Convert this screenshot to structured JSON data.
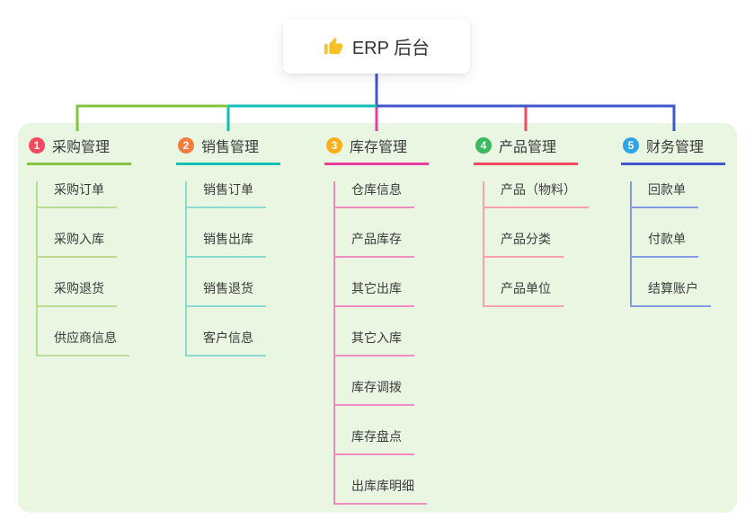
{
  "root": {
    "title": "ERP 后台",
    "icon": "thumbs-up-icon",
    "icon_color": "#f6c026"
  },
  "colors": {
    "page_bg": "#ffffff",
    "panel_bg": "#e8f6e2",
    "text": "#3b3b3b",
    "node_bg": "#ffffff"
  },
  "connector": {
    "stem_color": "#4155cf",
    "rail_segment_colors": [
      "#85c440",
      "#10bfb2",
      "#4155cf"
    ]
  },
  "branches": [
    {
      "num": "1",
      "label": "采购管理",
      "badge_color": "#f5495f",
      "line_color": "#85c440",
      "line_light": "#b9dc92",
      "children": [
        "采购订单",
        "采购入库",
        "采购退货",
        "供应商信息"
      ]
    },
    {
      "num": "2",
      "label": "销售管理",
      "badge_color": "#f87c3e",
      "line_color": "#10bfb2",
      "line_light": "#8adcd2",
      "children": [
        "销售订单",
        "销售出库",
        "销售退货",
        "客户信息"
      ]
    },
    {
      "num": "3",
      "label": "库存管理",
      "badge_color": "#fbb01b",
      "line_color": "#e53e9b",
      "line_light": "#f18cc3",
      "children": [
        "仓库信息",
        "产品库存",
        "其它出库",
        "其它入库",
        "库存调拨",
        "库存盘点",
        "出库库明细"
      ]
    },
    {
      "num": "4",
      "label": "产品管理",
      "badge_color": "#38b95e",
      "line_color": "#f5495f",
      "line_light": "#f9a2ad",
      "children": [
        "产品（物料）",
        "产品分类",
        "产品单位"
      ]
    },
    {
      "num": "5",
      "label": "财务管理",
      "badge_color": "#30a3e6",
      "line_color": "#4155cf",
      "line_light": "#8399e4",
      "children": [
        "回款单",
        "付款单",
        "结算账户"
      ]
    }
  ]
}
